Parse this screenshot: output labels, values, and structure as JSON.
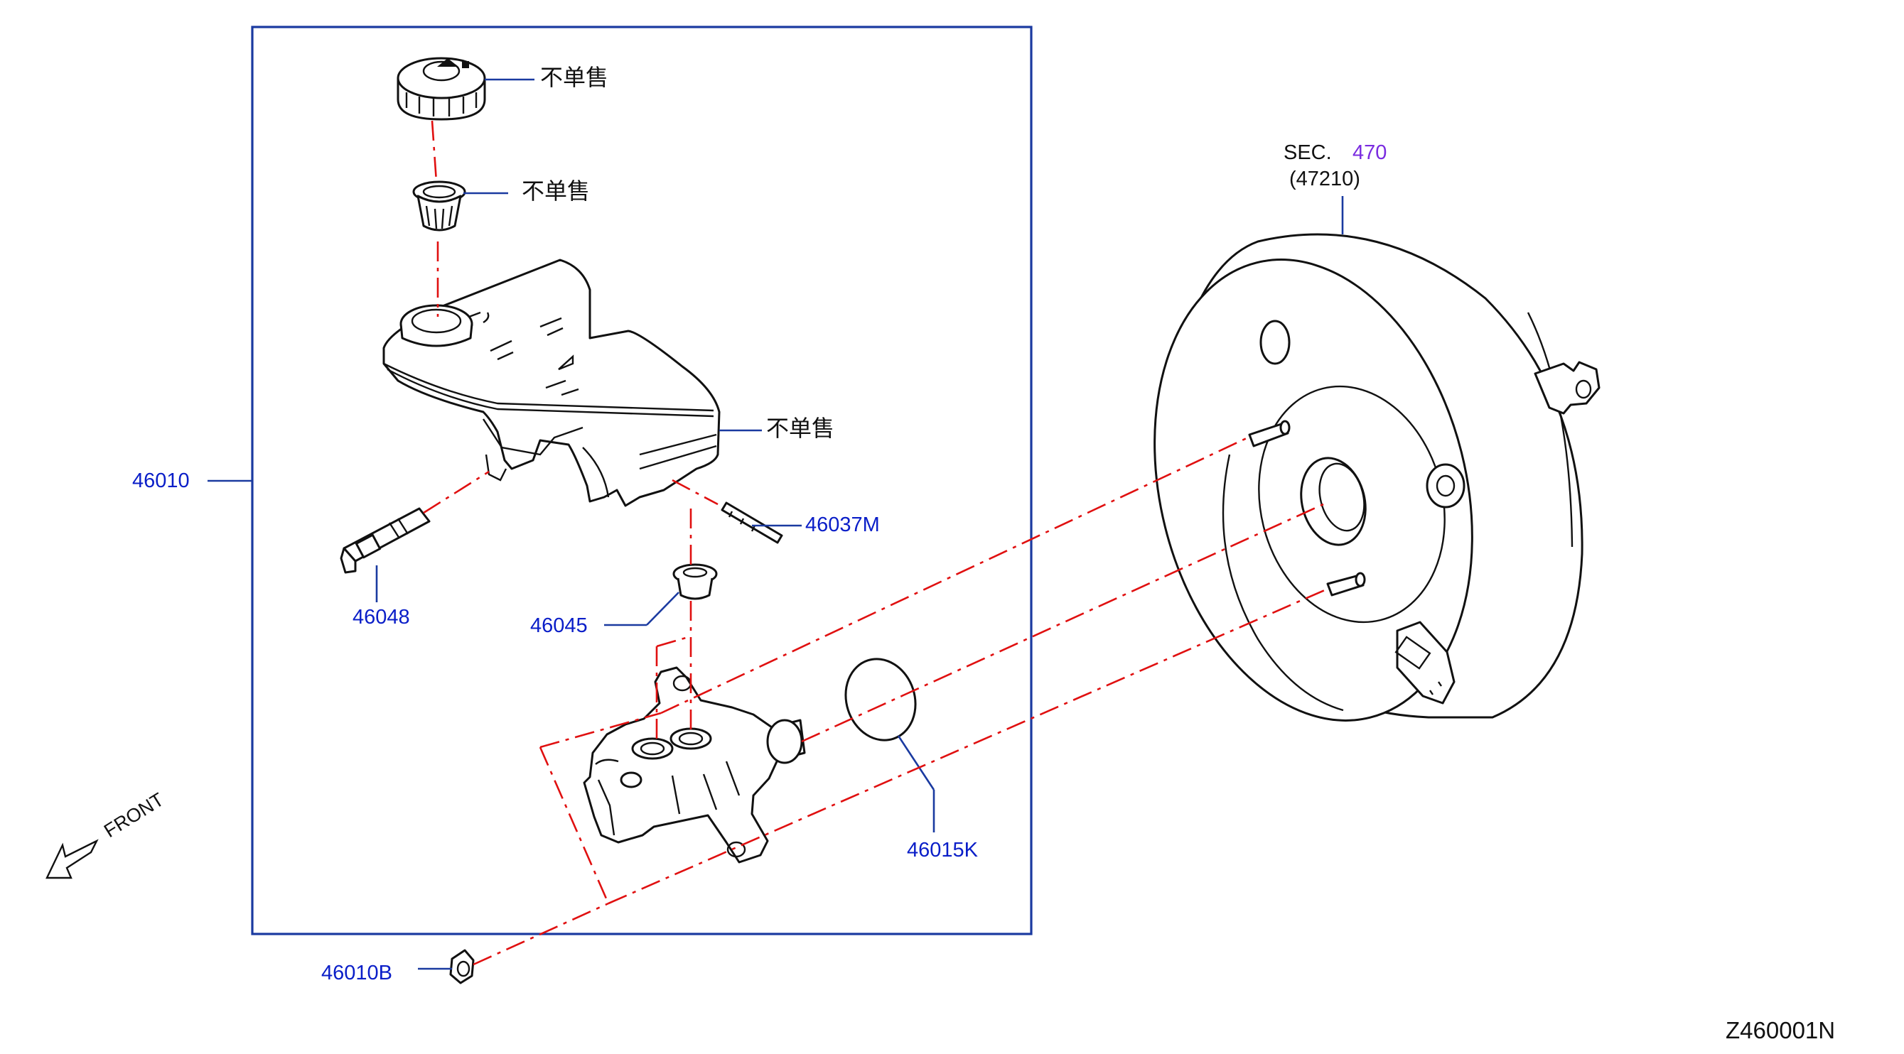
{
  "diagram_id": "Z460001N",
  "colors": {
    "part_number": "#0a1ec8",
    "section_ref": "#7a2be0",
    "phantom_line": "#e01010",
    "leader": "#1a3aa0"
  },
  "labels": {
    "cap_note": "不单售",
    "strainer_note": "不单售",
    "reservoir_note": "不单售",
    "assembly": "46010",
    "pin": "46037M",
    "sensor": "46048",
    "grommet": "46045",
    "oring": "46015K",
    "nut": "46010B",
    "sec_prefix": "SEC.",
    "sec_number": "470",
    "sec_part": "(47210)",
    "front": "FRONT",
    "diagram_code": "Z460001N"
  },
  "icons": [
    "reservoir-cap-icon",
    "strainer-icon",
    "reservoir-tank-icon",
    "master-cylinder-icon",
    "brake-booster-icon",
    "front-arrow-icon"
  ]
}
